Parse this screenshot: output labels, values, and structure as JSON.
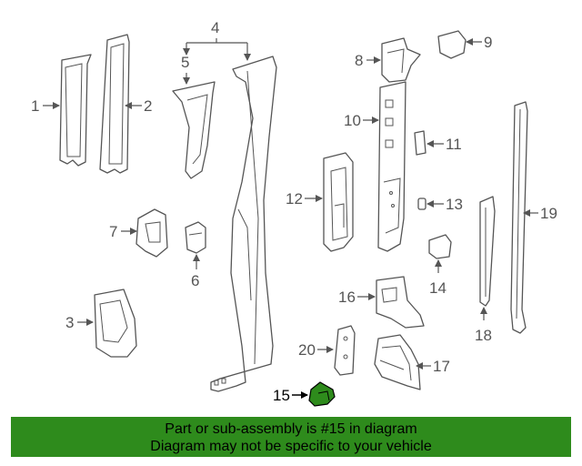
{
  "diagram": {
    "callouts": [
      "1",
      "2",
      "3",
      "4",
      "5",
      "6",
      "7",
      "8",
      "9",
      "10",
      "11",
      "12",
      "13",
      "14",
      "15",
      "16",
      "17",
      "18",
      "19",
      "20"
    ],
    "highlighted_part": "15",
    "highlight_color": "#2e8b1c"
  },
  "banner": {
    "line1": "Part or sub-assembly is #15 in diagram",
    "line2": "Diagram may not be specific to your vehicle",
    "background": "#2e8b1c"
  }
}
